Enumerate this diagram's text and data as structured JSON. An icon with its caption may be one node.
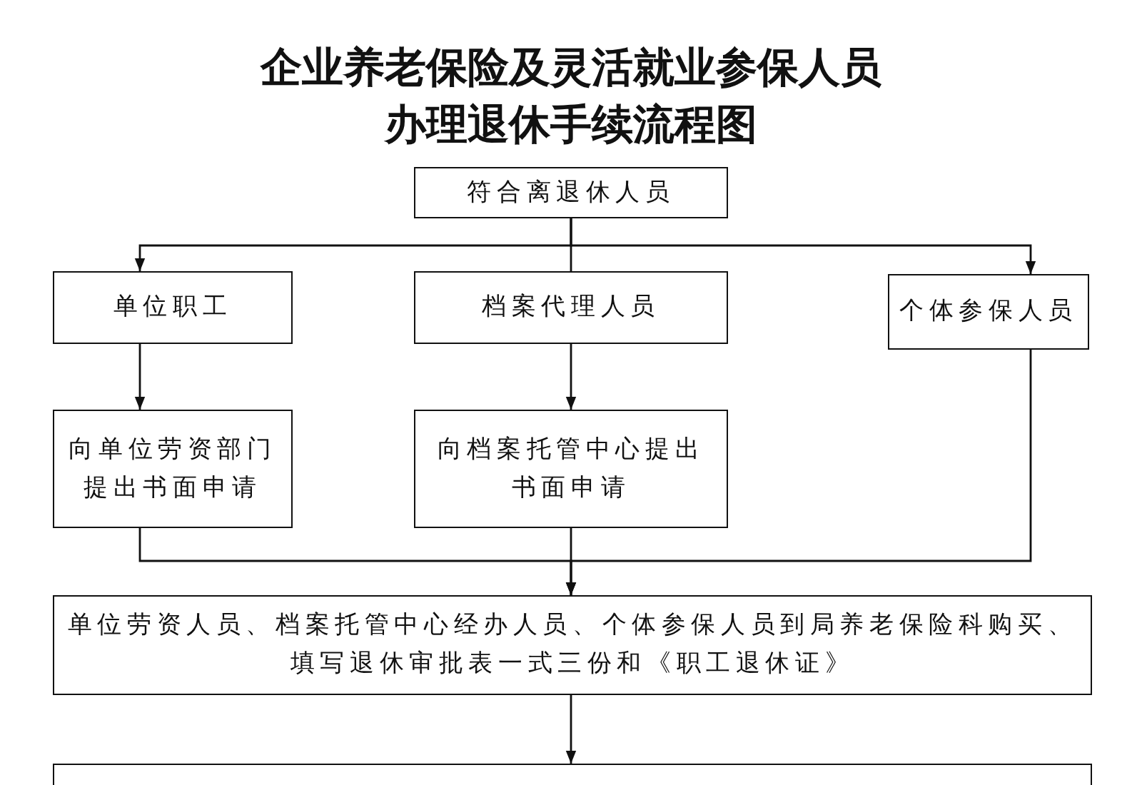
{
  "diagram": {
    "title": "企业养老保险及灵活就业参保人员办理退休手续流程图",
    "nodes": [
      {
        "text": [
          "符合离退休人员"
        ]
      },
      {
        "text": [
          "单位职工"
        ]
      },
      {
        "text": [
          "档案代理人员"
        ]
      },
      {
        "text": [
          "个体参保人员"
        ]
      },
      {
        "text": [
          "向单位劳资部门提出书面申请"
        ]
      },
      {
        "text": [
          "向档案托管中心提出书面申请"
        ]
      },
      {
        "text": [
          "单位劳资人员、档案托管中心经办人员、个体参保人员到局养老保险科购买、填写退休审批表一式三份和《职工退休证》"
        ]
      },
      {
        "text": [],
        "shape": "box"
      }
    ],
    "edges": [
      {
        "from": 0,
        "to": 1,
        "arrow": "to"
      },
      {
        "from": 0,
        "to": 2,
        "arrow": "none"
      },
      {
        "from": 0,
        "to": 3,
        "arrow": "to"
      },
      {
        "from": 1,
        "to": 4,
        "arrow": "to"
      },
      {
        "from": 2,
        "to": 5,
        "arrow": "to"
      },
      {
        "from": 3,
        "to": 6,
        "arrow": "to"
      },
      {
        "from": 4,
        "to": 6,
        "arrow": "to"
      },
      {
        "from": 5,
        "to": 6,
        "arrow": "to"
      },
      {
        "from": 6,
        "to": 7,
        "arrow": "to"
      }
    ]
  }
}
